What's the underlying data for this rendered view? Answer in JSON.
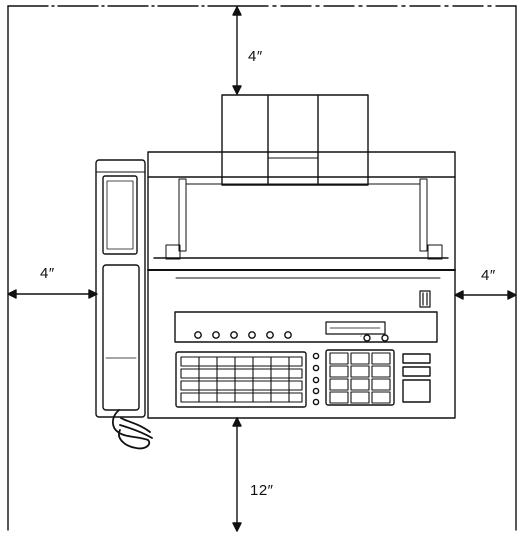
{
  "clearances": {
    "top": "4″",
    "left": "4″",
    "right": "4″",
    "bottom": "12″"
  }
}
